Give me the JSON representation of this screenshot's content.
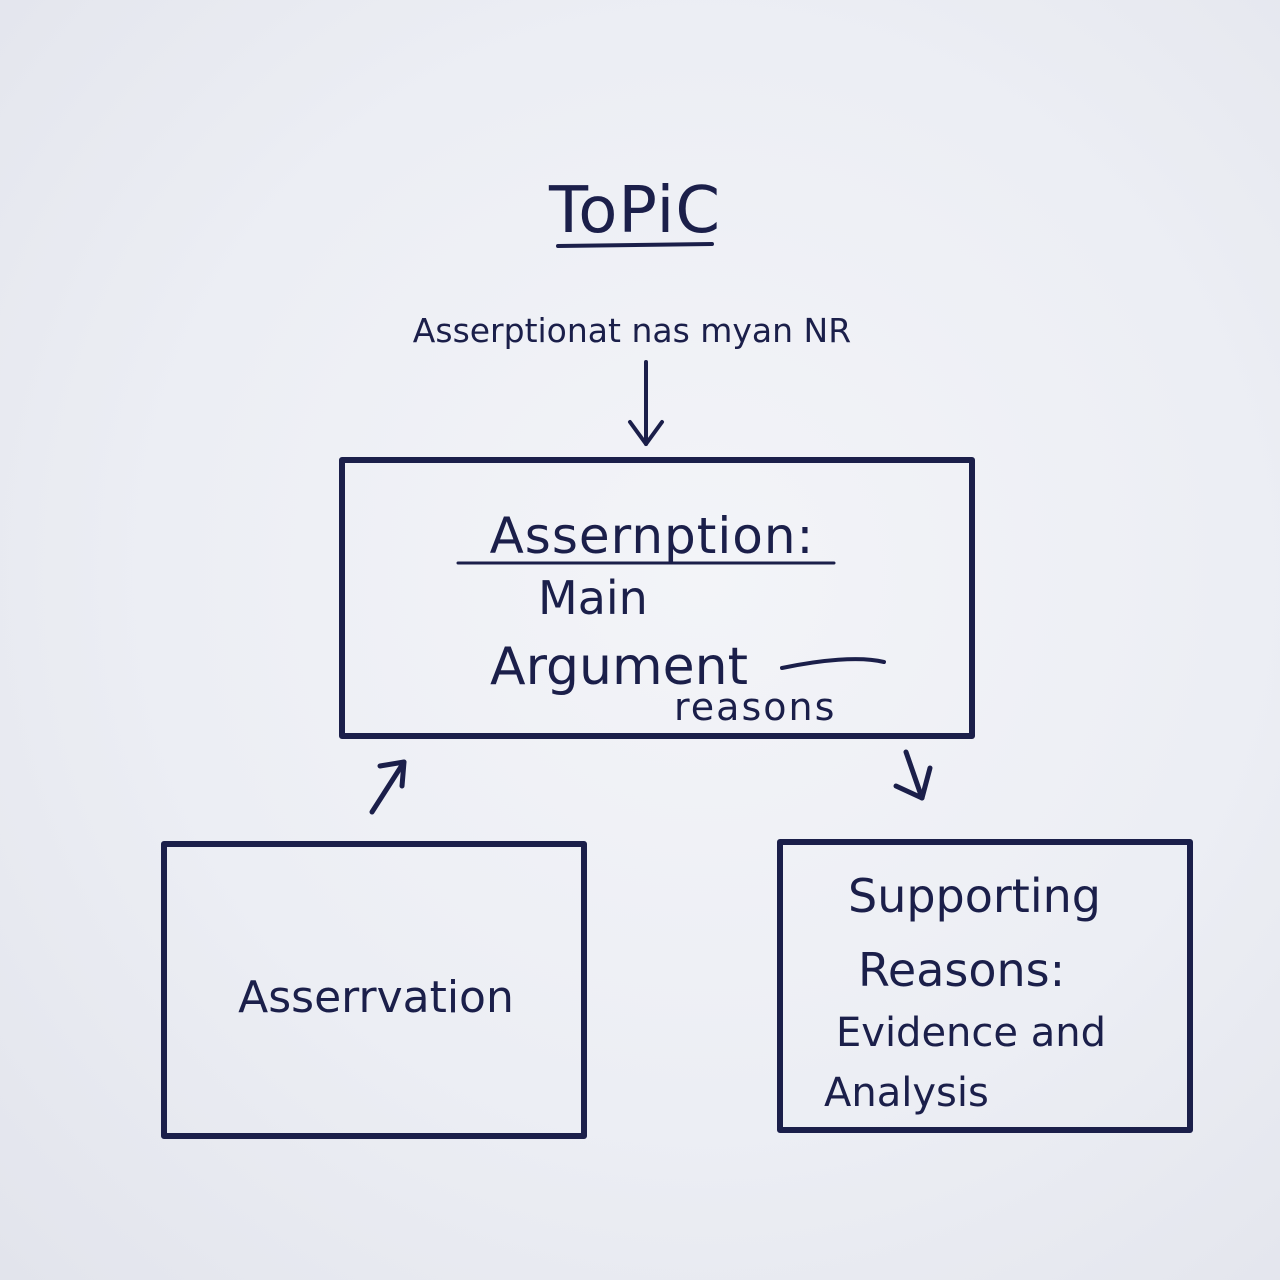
{
  "topic": {
    "title": "ToPiC"
  },
  "assertion_line": {
    "text": "Asserptionat nas myan NR"
  },
  "main_box": {
    "heading": "Assernption:",
    "line1": "Main",
    "line2": "Argument",
    "line3": "reasons"
  },
  "left_box": {
    "text": "Asserrvation"
  },
  "right_box": {
    "line1": "Supporting",
    "line2": "Reasons:",
    "line3": "Evidence and",
    "line4": "Analysis"
  },
  "colors": {
    "ink": "#1b1f4a",
    "paper": "#eef0f5"
  },
  "icons": {
    "down_arrow": "arrow-down-icon",
    "up_right_arrow": "arrow-up-right-icon",
    "down_right_arrow": "arrow-down-right-icon"
  }
}
